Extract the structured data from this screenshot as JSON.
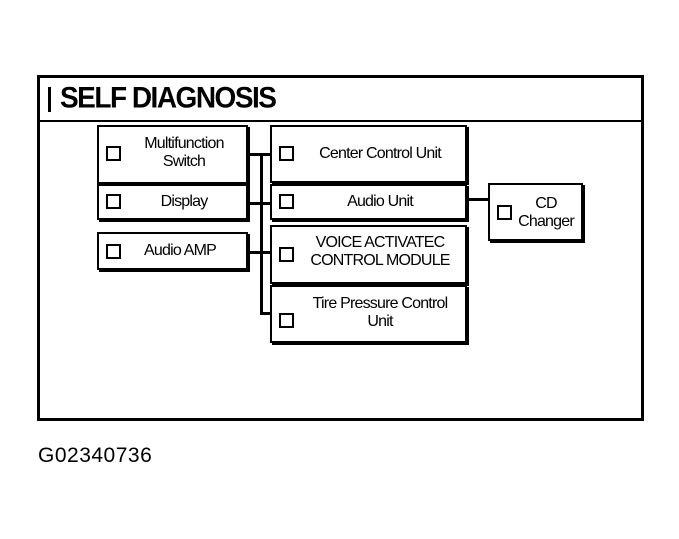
{
  "window": {
    "title": "SELF DIAGNOSIS"
  },
  "left_units": [
    {
      "label_line1": "Multifunction",
      "label_line2": "Switch"
    },
    {
      "label": "Display"
    },
    {
      "label": "Audio AMP"
    }
  ],
  "center_units": [
    {
      "label": "Center Control Unit"
    },
    {
      "label": "Audio Unit"
    },
    {
      "label_line1": "VOICE ACTIVATEC",
      "label_line2": "CONTROL MODULE"
    },
    {
      "label_line1": "Tire Pressure Control",
      "label_line2": "Unit"
    }
  ],
  "right_unit": {
    "label_line1": "CD",
    "label_line2": "Changer"
  },
  "figure_code": "G02340736"
}
